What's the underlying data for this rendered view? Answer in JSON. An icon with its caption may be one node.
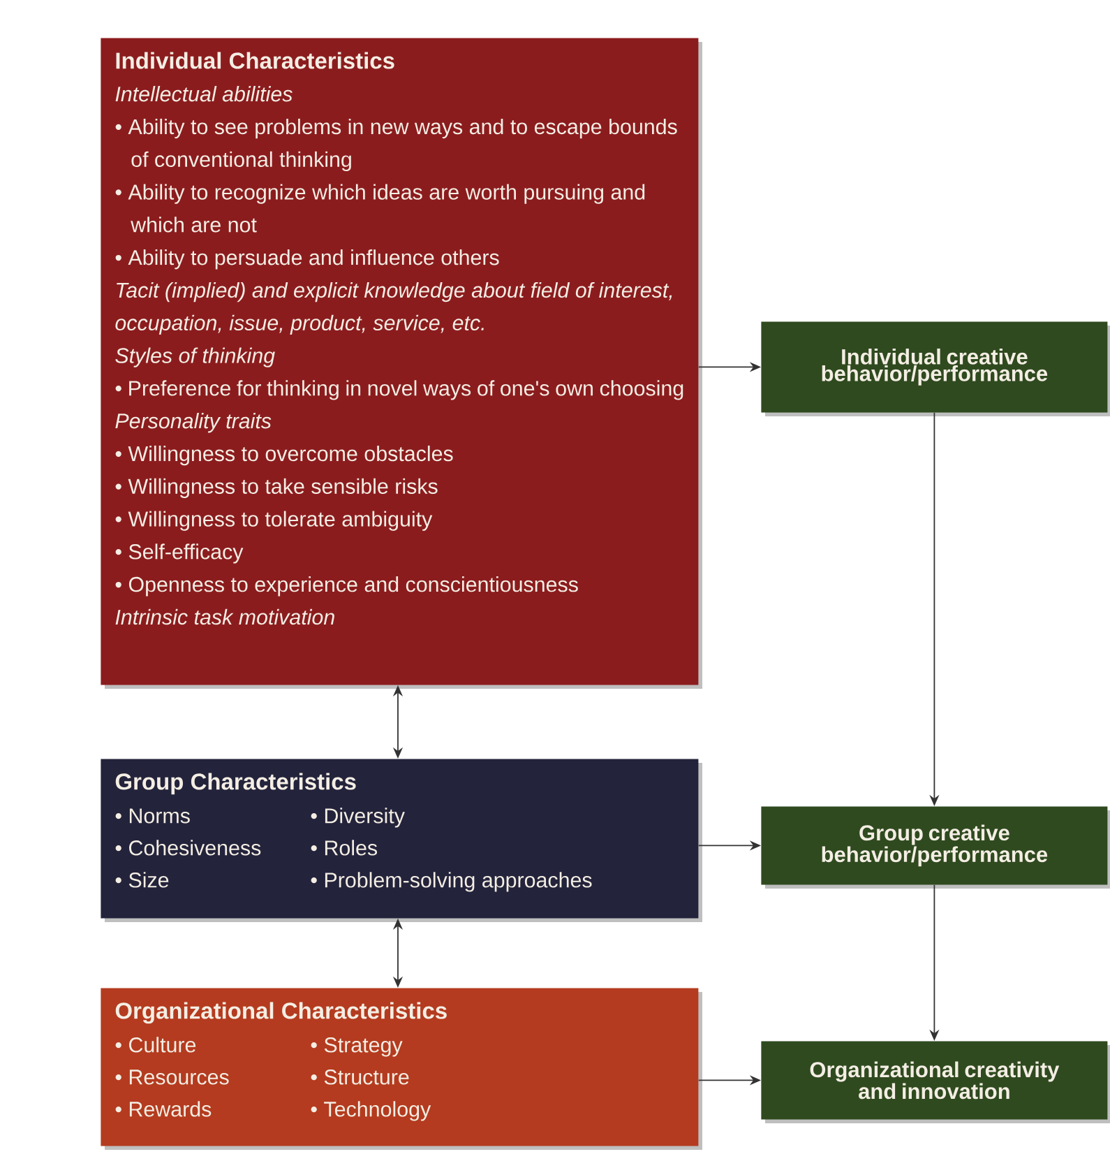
{
  "diagram": {
    "nodes": [
      {
        "text": [
          "Individual Characteristics",
          "Intellectual abilities",
          "• Ability to see problems in new ways and to escape bounds of conventional thinking",
          "• Ability to recognize which ideas are worth pursuing and which are not",
          "• Ability to persuade and influence others",
          "Tacit (implied) and explicit knowledge about field of interest, occupation, issue, product, service, etc.",
          "Styles of thinking",
          "• Preference for thinking in novel ways of one's own choosing",
          "Personality traits",
          "• Willingness to overcome obstacles",
          "• Willingness to take sensible risks",
          "• Willingness to tolerate ambiguity",
          "• Self-efficacy",
          "• Openness to experience and conscientiousness",
          "Intrinsic task motivation"
        ]
      },
      {
        "text": [
          "Group Characteristics",
          "• Norms",
          "• Cohesiveness",
          "• Size",
          "• Diversity",
          "• Roles",
          "• Problem-solving approaches"
        ]
      },
      {
        "text": [
          "Organizational Characteristics",
          "• Culture",
          "• Resources",
          "• Rewards",
          "• Strategy",
          "• Structure",
          "• Technology"
        ]
      },
      {
        "text": [
          "Individual creative behavior/performance"
        ]
      },
      {
        "text": [
          "Group creative behavior/performance"
        ]
      },
      {
        "text": [
          "Organizational creativity and innovation"
        ]
      }
    ],
    "edges": [
      {
        "from": 0,
        "to": 3,
        "arrow": "to"
      },
      {
        "from": 0,
        "to": 1,
        "arrow": "both"
      },
      {
        "from": 1,
        "to": 4,
        "arrow": "to"
      },
      {
        "from": 1,
        "to": 2,
        "arrow": "both"
      },
      {
        "from": 2,
        "to": 5,
        "arrow": "to"
      },
      {
        "from": 3,
        "to": 4,
        "arrow": "to"
      },
      {
        "from": 4,
        "to": 5,
        "arrow": "to"
      }
    ]
  }
}
